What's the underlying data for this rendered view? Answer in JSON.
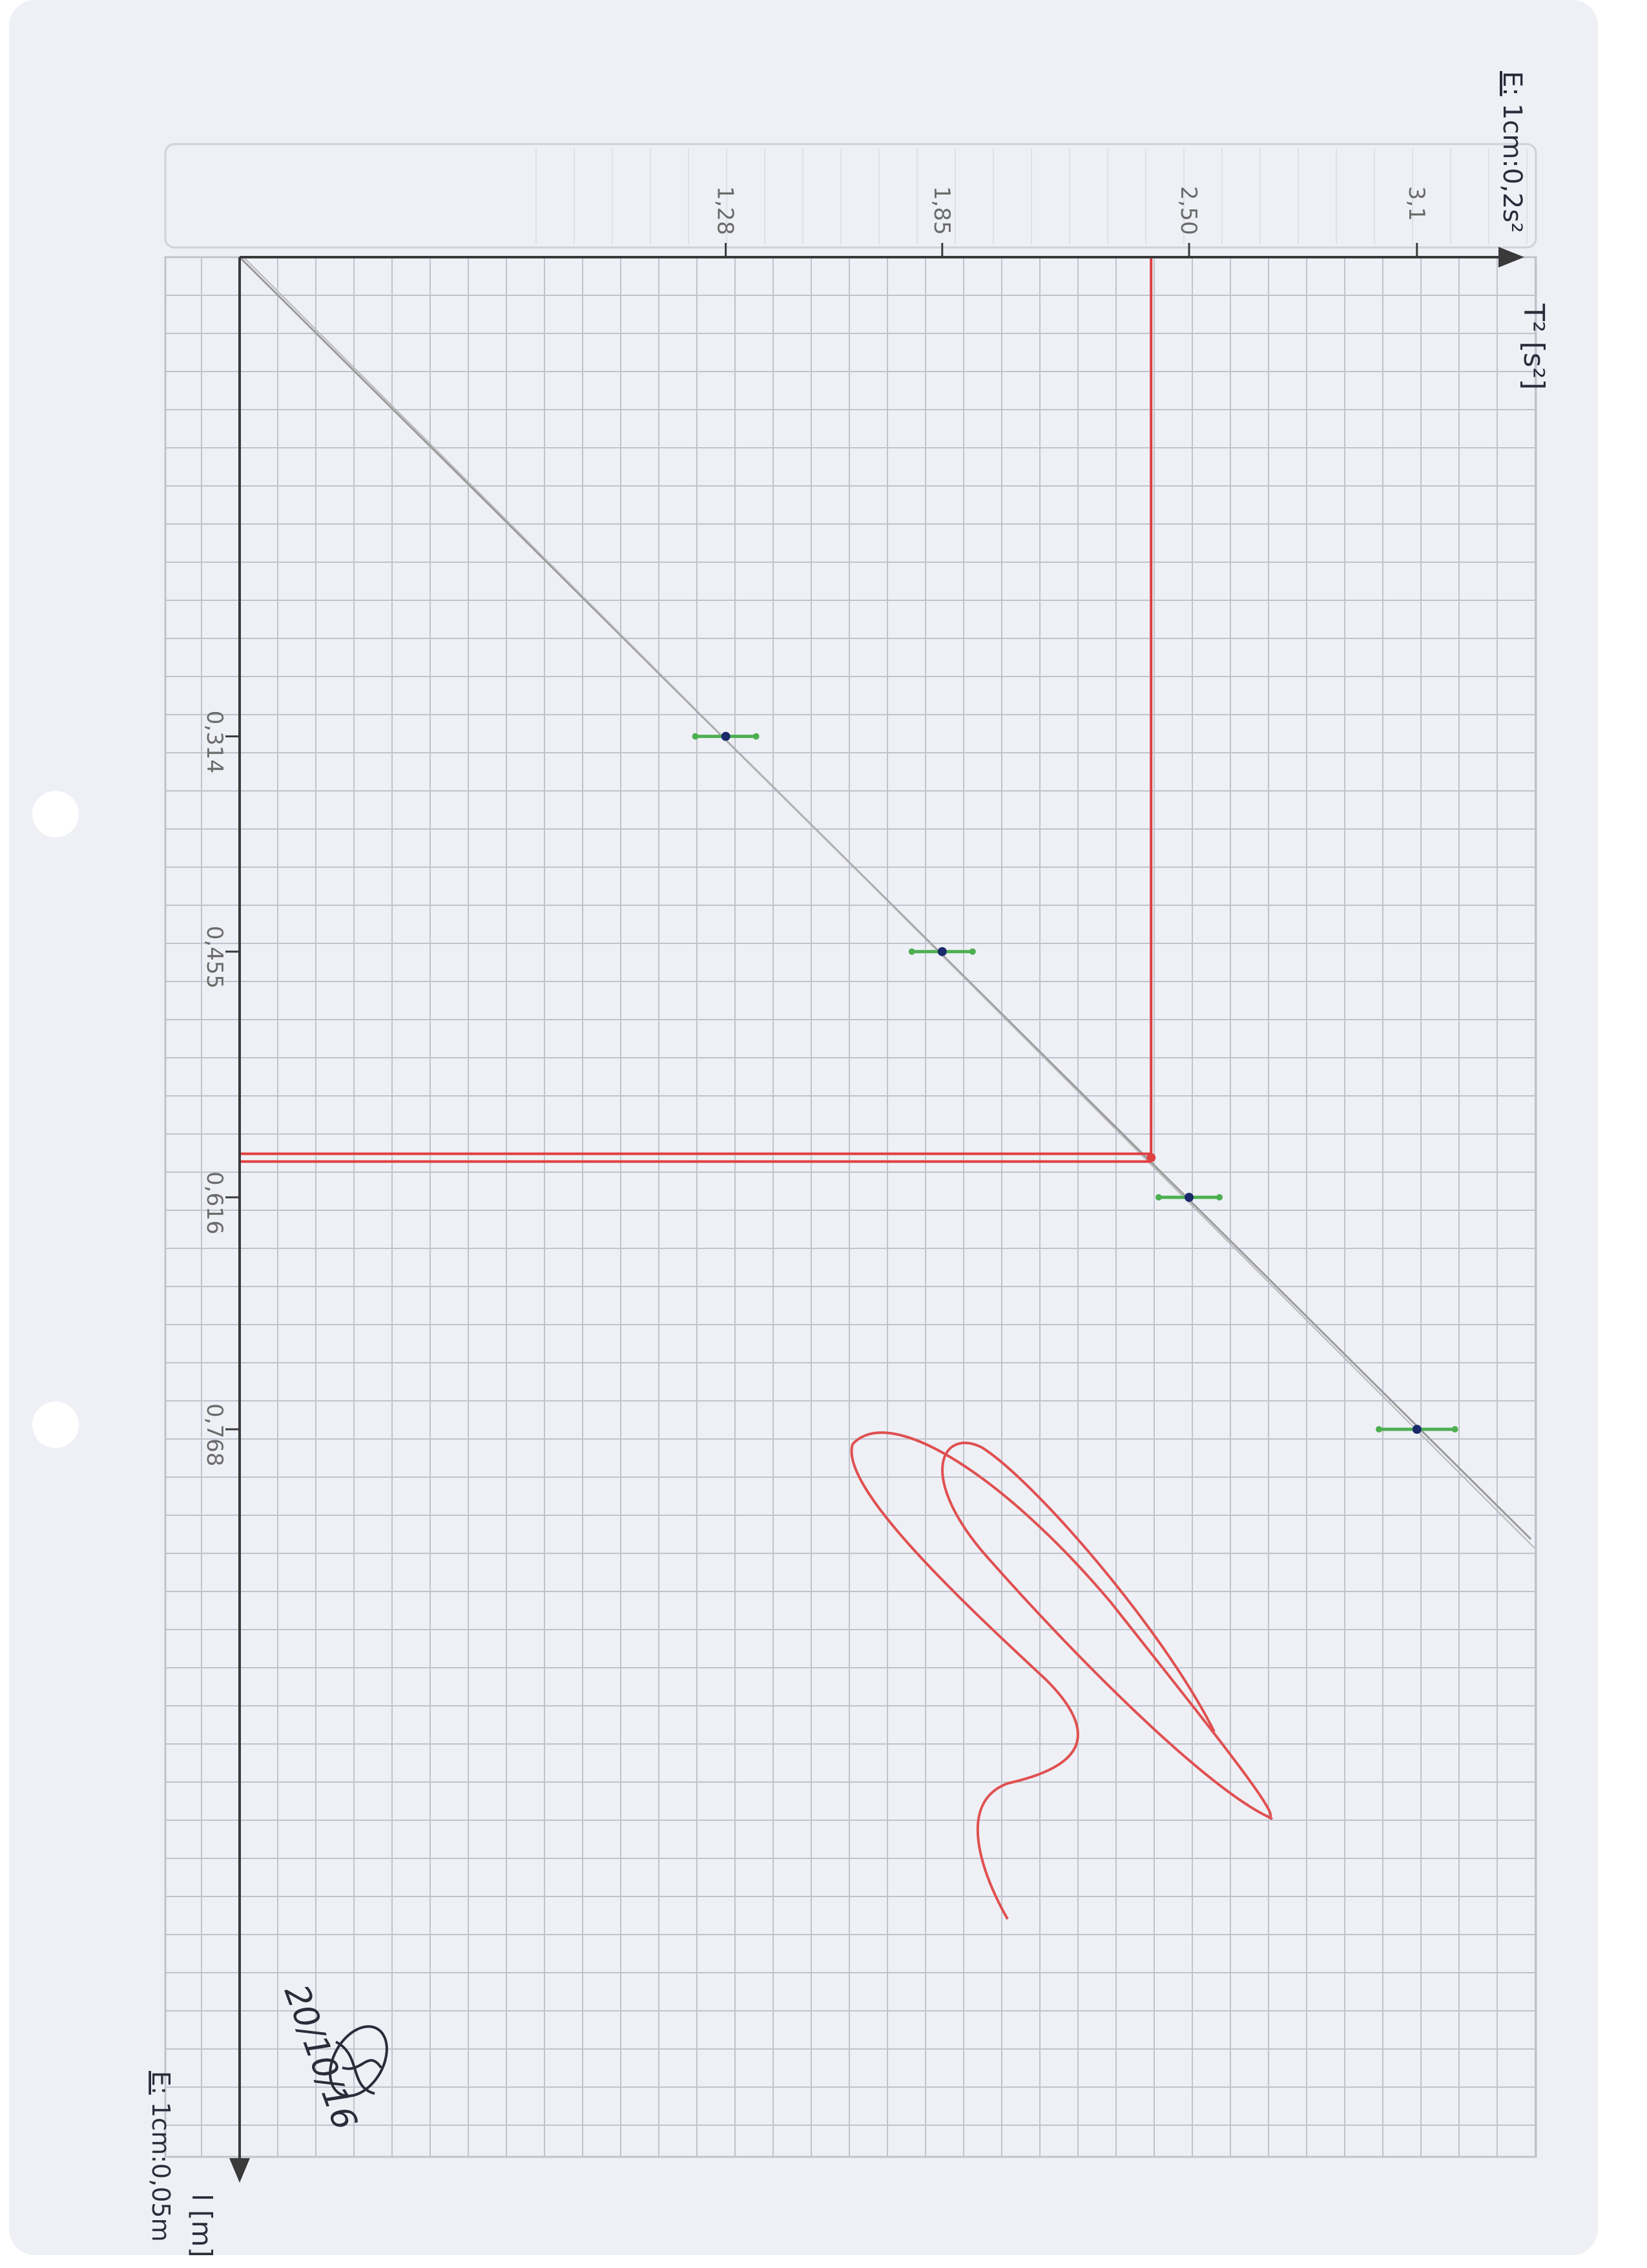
{
  "scale_x": {
    "prefix": "E:",
    "text": "1cm:0,2s²"
  },
  "scale_y": {
    "prefix": "E:",
    "text": "1cm:0,05m"
  },
  "x_axis_label": "T² [s²]",
  "y_axis_label": "l [m]",
  "date": "20/10/16",
  "colors": {
    "paper": "#eef0f6",
    "grid": "#bfc3cc",
    "axis": "#3a3a3a",
    "fit_line": "#9a9a9a",
    "marker_red": "#e04040",
    "error_bar": "#4caf50",
    "point": "#1a2a6a",
    "signature": "#e05050"
  },
  "chart_data": {
    "type": "scatter",
    "xlabel": "T² [s²]",
    "ylabel": "l [m]",
    "x_ticks": [
      "1,28",
      "1,85",
      "2,50",
      "3,1"
    ],
    "y_ticks": [
      "0,314",
      "0,455",
      "0,616",
      "0,768"
    ],
    "x_tick_values": [
      1.28,
      1.85,
      2.5,
      3.1
    ],
    "y_tick_values": [
      0.314,
      0.455,
      0.616,
      0.768
    ],
    "series": [
      {
        "x": [
          1.28,
          1.85,
          2.5,
          3.1
        ],
        "y": [
          0.314,
          0.455,
          0.616,
          0.768
        ],
        "x_err": [
          0.08,
          0.08,
          0.08,
          0.1
        ]
      }
    ],
    "fit_line": {
      "x": [
        0,
        3.4
      ],
      "y": [
        0,
        0.84
      ]
    },
    "reading": {
      "x": 2.4,
      "y": 0.59
    },
    "grid": true
  }
}
